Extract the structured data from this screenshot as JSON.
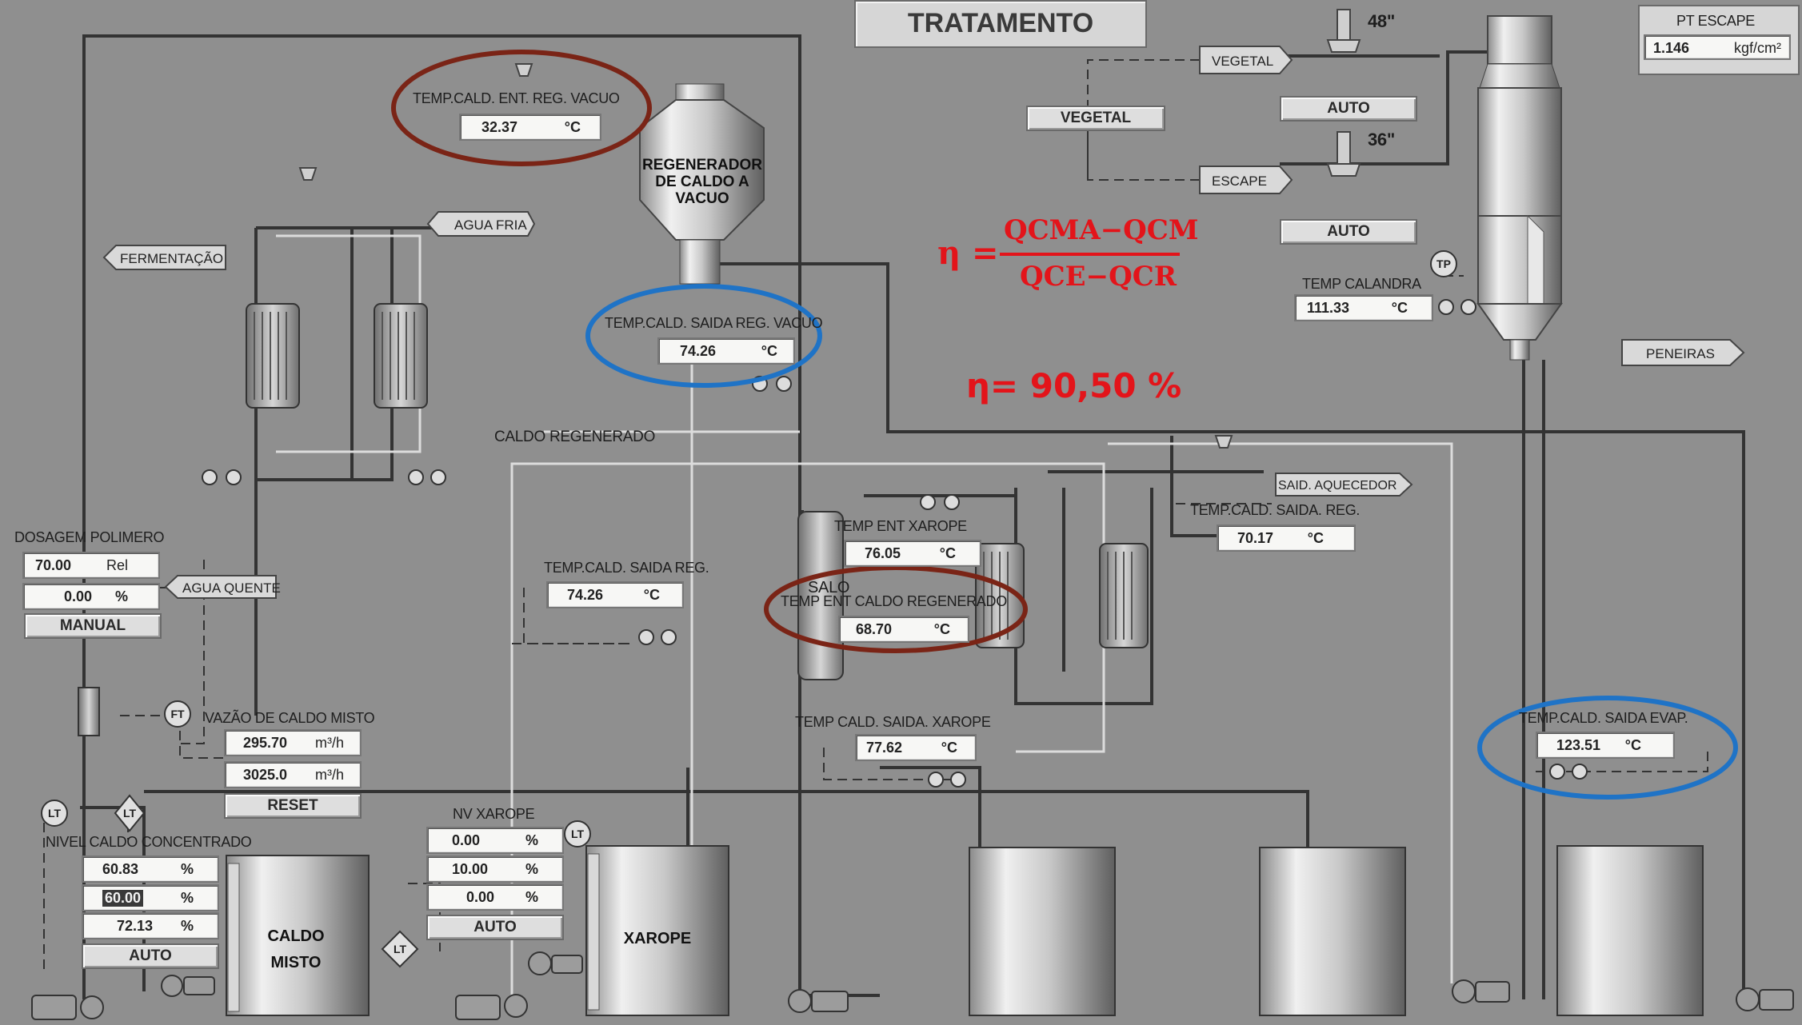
{
  "title": "TRATAMENTO",
  "pt_escape": {
    "label": "PT ESCAPE",
    "value": "1.146",
    "unit": "kgf/cm²"
  },
  "valves": {
    "size_48": "48\"",
    "size_36": "36\""
  },
  "arrows": {
    "vegetal": "VEGETAL",
    "escape": "ESCAPE",
    "agua_fria": "AGUA FRIA",
    "fermentacao": "FERMENTAÇÃO",
    "agua_quente": "AGUA QUENTE",
    "peneiras": "PENEIRAS",
    "said_aquecedor": "SAID. AQUECEDOR"
  },
  "buttons": {
    "vegetal": "VEGETAL",
    "auto_vegetal": "AUTO",
    "auto_escape": "AUTO",
    "manual": "MANUAL",
    "reset": "RESET",
    "auto_nivel": "AUTO",
    "auto_xarope": "AUTO"
  },
  "formula": {
    "eta": "η =",
    "numerator": "QCMA−QCM",
    "denominator": "QCE−QCR",
    "result": "η= 90,50 %"
  },
  "temp_ent_reg_vacuo": {
    "label": "TEMP.CALD. ENT. REG. VACUO",
    "value": "32.37",
    "unit": "°C"
  },
  "regenerador": {
    "line1": "REGENERADOR",
    "line2": "DE CALDO A",
    "line3": "VACUO"
  },
  "temp_saida_reg_vacuo": {
    "label": "TEMP.CALD. SAIDA REG. VACUO",
    "value": "74.26",
    "unit": "°C"
  },
  "temp_calandra": {
    "label": "TEMP CALANDRA",
    "value": "111.33",
    "unit": "°C",
    "instrument": "TP"
  },
  "caldo_regenerado": "CALDO REGENERADO",
  "dosagem_polimero": {
    "label": "DOSAGEM POLIMERO",
    "value": "70.00",
    "unit": "Rel",
    "percent": "0.00",
    "percent_unit": "%"
  },
  "temp_saida_reg_left": {
    "label": "TEMP.CALD. SAIDA REG.",
    "value": "74.26",
    "unit": "°C"
  },
  "temp_ent_xarope": {
    "label": "TEMP ENT XAROPE",
    "value": "76.05",
    "unit": "°C"
  },
  "temp_ent_caldo_regenerado": {
    "label": "TEMP ENT CALDO REGENERADO",
    "value": "68.70",
    "unit": "°C",
    "tag": "SALO"
  },
  "temp_saida_reg_right": {
    "label": "TEMP.CALD. SAIDA. REG.",
    "value": "70.17",
    "unit": "°C"
  },
  "vazao_caldo_misto": {
    "label": "VAZÃO DE CALDO MISTO",
    "instrument": "FT",
    "value1": "295.70",
    "unit1": "m³/h",
    "value2": "3025.0",
    "unit2": "m³/h"
  },
  "temp_saida_xarope": {
    "label": "TEMP CALD. SAIDA. XAROPE",
    "value": "77.62",
    "unit": "°C"
  },
  "temp_saida_evap": {
    "label": "TEMP.CALD. SAIDA EVAP.",
    "value": "123.51",
    "unit": "°C"
  },
  "nivel_caldo_concentrado": {
    "label": "NIVEL CALDO CONCENTRADO",
    "v1": "60.83",
    "v2": "60.00",
    "v3": "72.13",
    "unit": "%",
    "lt": "LT"
  },
  "nv_xarope": {
    "label": "NV XAROPE",
    "v1": "0.00",
    "v2": "10.00",
    "v3": "0.00",
    "unit": "%",
    "lt": "LT"
  },
  "tanks": {
    "caldo_misto_1": "CALDO",
    "caldo_misto_2": "MISTO",
    "xarope": "XAROPE"
  },
  "highlight_colors": {
    "brown": "#7a2416",
    "blue": "#1f73c6",
    "red": "#e3141a"
  }
}
